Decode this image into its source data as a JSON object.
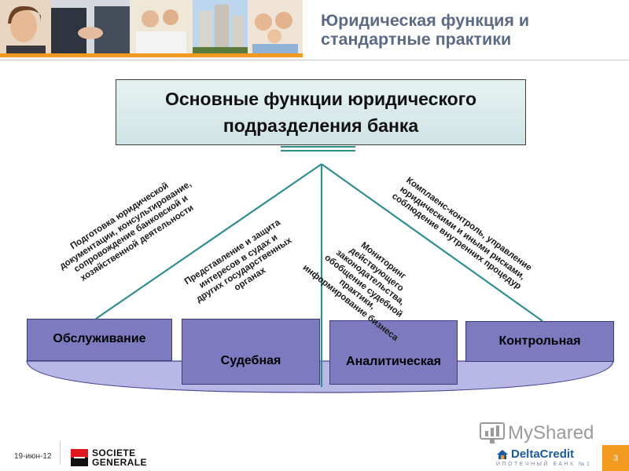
{
  "header": {
    "title_line1": "Юридическая функция и",
    "title_line2": "стандартные практики"
  },
  "main_box": {
    "line1": "Основные функции юридического",
    "line2": "подразделения банка"
  },
  "functions": [
    {
      "label": "Обслуживание"
    },
    {
      "label": "Судебная"
    },
    {
      "label": "Аналитическая"
    },
    {
      "label": "Контрольная"
    }
  ],
  "descriptions": [
    {
      "lines": [
        "Подготовка юридической",
        "документации, консультирование,",
        "сопровождение банковской и",
        "хозяйственной деятельности"
      ]
    },
    {
      "lines": [
        "Представление и защита",
        "интересов в судах и",
        "других государственных",
        "органах"
      ]
    },
    {
      "lines": [
        "Мониторинг",
        "действующего",
        "законодательства,",
        "обобщение судебной",
        "практики,",
        "информирование бизнеса"
      ]
    },
    {
      "lines": [
        "Комплаенс-контроль, управление",
        "юридическими и иными рисками,",
        "соблюдение внутренних процедур"
      ]
    }
  ],
  "footer": {
    "date": "19-июн-12",
    "bank_line1": "SOCIETE",
    "bank_line2": "GENERALE",
    "watermark": "MyShared",
    "partner_name": "DeltaCredit",
    "partner_sub": "ИПОТЕЧНЫЙ БАНК №1",
    "page_number": "3"
  },
  "colors": {
    "accent_orange": "#f29a1f",
    "header_text": "#5b6b86",
    "function_box": "#7e7ac0",
    "platform": "#b9b7e6",
    "connector": "#2f8f8f"
  },
  "icons": [
    "chart-icon",
    "house-icon",
    "bank-logo-icon"
  ]
}
